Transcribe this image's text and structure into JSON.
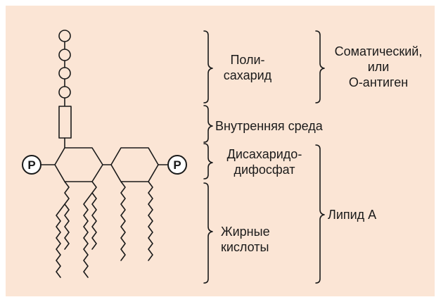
{
  "colors": {
    "background": "#fbe5d5",
    "frame": "#ffffff",
    "stroke": "#1a1a1a",
    "node_fill": "#fbe5d5"
  },
  "phosphate_symbol": "P",
  "labels": {
    "polysaccharide": [
      "Поли-",
      "сахарид"
    ],
    "somatic_antigen": [
      "Соматический,",
      "или",
      "О-антиген"
    ],
    "inner_core": "Внутренняя среда",
    "disaccharide_diphosphate": [
      "Дисахаридо-",
      "дифосфат"
    ],
    "fatty_acids": [
      "Жирные",
      "кислоты"
    ],
    "lipid_a": "Липид А"
  }
}
